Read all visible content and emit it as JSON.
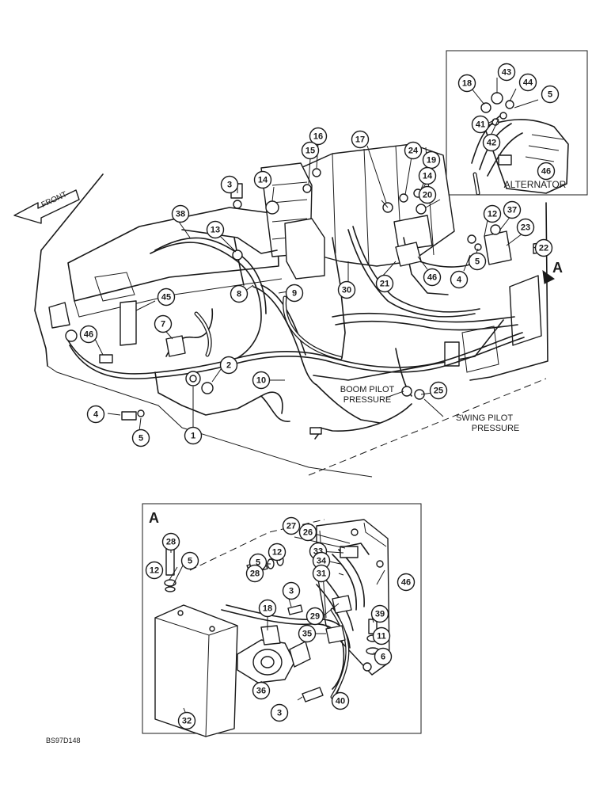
{
  "labels": {
    "front": "FRONT",
    "alternator": "ALTERNATOR",
    "boom_pilot_line1": "BOOM PILOT",
    "boom_pilot_line2": "PRESSURE",
    "swing_pilot_line1": "SWING PILOT",
    "swing_pilot_line2": "PRESSURE",
    "view_a_arrow": "A",
    "view_a_box": "A",
    "drawing_number": "BS97D148"
  },
  "callouts": [
    "18",
    "43",
    "44",
    "5",
    "41",
    "42",
    "46",
    "16",
    "15",
    "17",
    "24",
    "19",
    "14",
    "20",
    "3",
    "14",
    "12",
    "37",
    "23",
    "38",
    "13",
    "22",
    "4",
    "5",
    "46",
    "21",
    "30",
    "9",
    "8",
    "45",
    "7",
    "46",
    "2",
    "10",
    "25",
    "4",
    "5",
    "1",
    "28",
    "12",
    "5",
    "27",
    "26",
    "33",
    "34",
    "31",
    "46",
    "12",
    "5",
    "28",
    "3",
    "18",
    "29",
    "35",
    "39",
    "11",
    "6",
    "36",
    "40",
    "3",
    "32"
  ]
}
